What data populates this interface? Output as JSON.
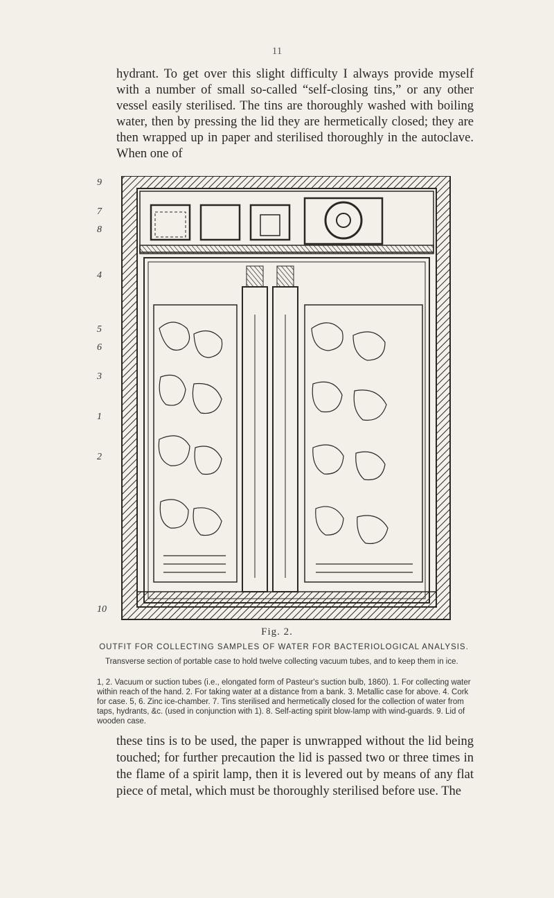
{
  "page": {
    "number": "11"
  },
  "paragraph_top": "hydrant. To get over this slight difficulty I always provide myself with a number of small so-called “self-closing tins,” or any other vessel easily sterilised. The tins are thoroughly washed with boiling water, then by pressing the lid they are hermetically closed; they are then wrapped up in paper and sterilised thoroughly in the autoclave. When one of",
  "figure": {
    "callouts": [
      "9",
      "7",
      "8",
      "4",
      "5",
      "6",
      "3",
      "1",
      "2",
      "10"
    ]
  },
  "caption": {
    "fig_label": "Fig. 2.",
    "title": "OUTFIT FOR COLLECTING SAMPLES OF WATER FOR BACTERIOLOGICAL ANALYSIS.",
    "description": "Transverse section of portable case to hold twelve collecting vacuum tubes, and to keep them in ice.",
    "legend": "1, 2. Vacuum or suction tubes (i.e., elongated form of Pasteur's suction bulb, 1860). 1. For collecting water within reach of the hand. 2. For taking water at a distance from a bank. 3. Metallic case for above. 4. Cork for case. 5, 6. Zinc ice-chamber. 7. Tins sterilised and hermetically closed for the collection of water from taps, hydrants, &c. (used in conjunction with 1). 8. Self-acting spirit blow-lamp with wind-guards. 9. Lid of wooden case."
  },
  "paragraph_bottom": "these tins is to be used, the paper is unwrapped without the lid being touched; for further precaution the lid is passed two or three times in the flame of a spirit lamp, then it is levered out by means of any flat piece of metal, which must be thoroughly sterilised before use. The"
}
